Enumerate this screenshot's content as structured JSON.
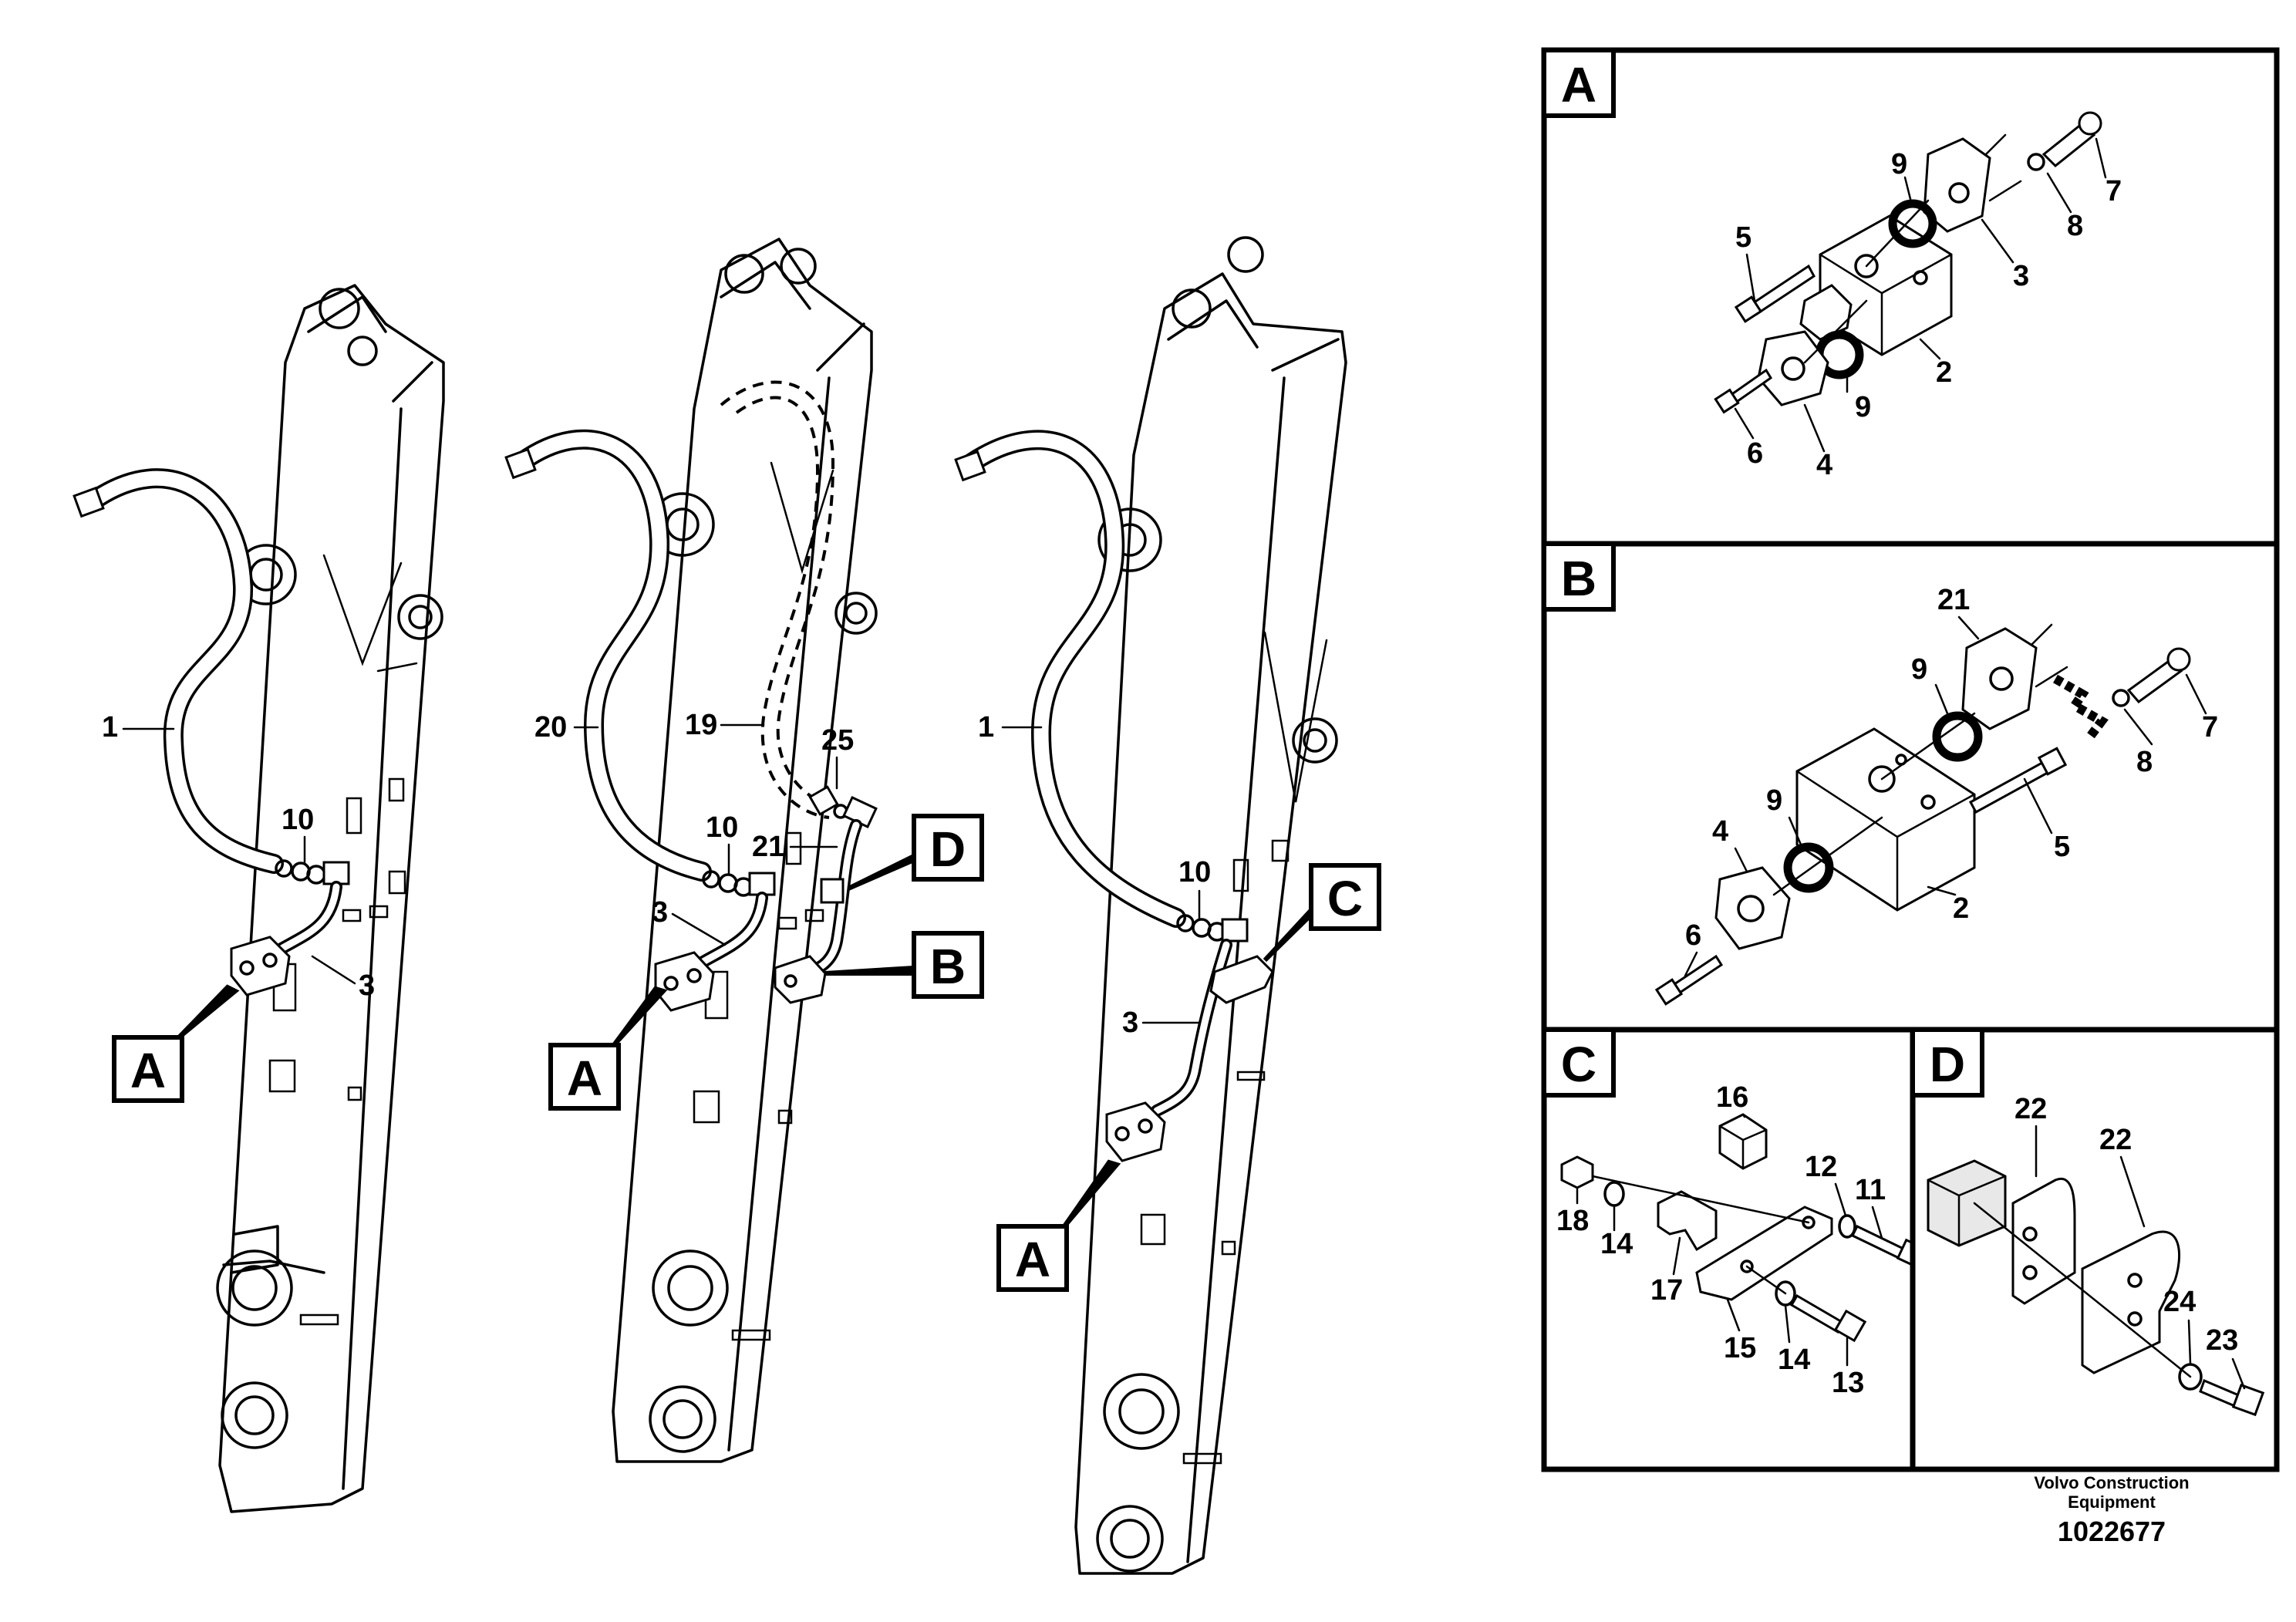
{
  "main_callouts": [
    {
      "id": "a1",
      "text": "A"
    },
    {
      "id": "a2",
      "text": "A"
    },
    {
      "id": "b1",
      "text": "B"
    },
    {
      "id": "d1",
      "text": "D"
    },
    {
      "id": "a3",
      "text": "A"
    },
    {
      "id": "c1",
      "text": "C"
    }
  ],
  "main_labels": {
    "left": [
      "1",
      "10",
      "3"
    ],
    "middle": [
      "20",
      "19",
      "25",
      "10",
      "21",
      "3"
    ],
    "right": [
      "1",
      "10",
      "3"
    ]
  },
  "detail_panels": [
    {
      "letter": "A",
      "labels": [
        "9",
        "7",
        "5",
        "8",
        "3",
        "9",
        "2",
        "6",
        "4"
      ]
    },
    {
      "letter": "B",
      "labels": [
        "21",
        "9",
        "7",
        "8",
        "9",
        "5",
        "4",
        "2",
        "6"
      ]
    },
    {
      "letter": "C",
      "labels": [
        "16",
        "12",
        "11",
        "18",
        "14",
        "17",
        "15",
        "14",
        "13"
      ]
    },
    {
      "letter": "D",
      "labels": [
        "22",
        "22",
        "24",
        "23"
      ]
    }
  ],
  "footer": {
    "brand_line1": "Volvo Construction",
    "brand_line2": "Equipment",
    "drawing_number": "1022677"
  }
}
